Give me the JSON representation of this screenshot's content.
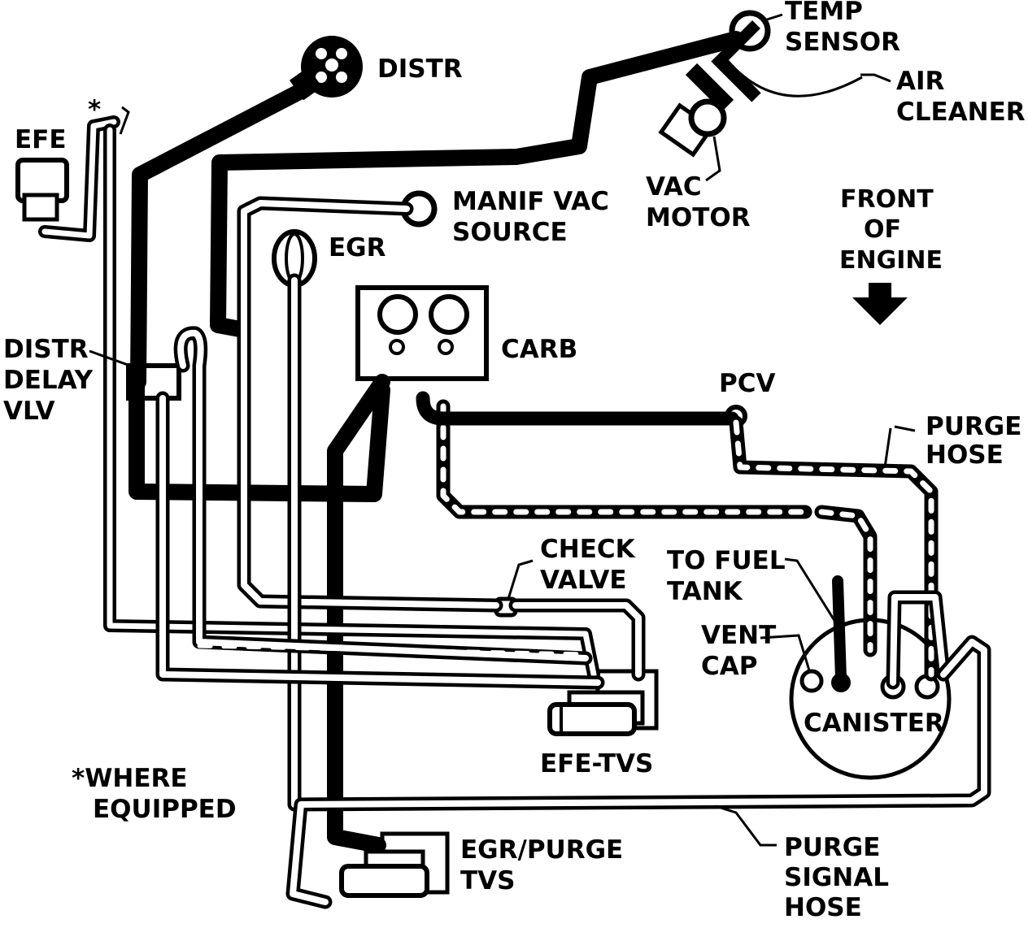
{
  "colors": {
    "line": "#000000",
    "background": "#ffffff"
  },
  "labels": {
    "temp_sensor": [
      "TEMP",
      "SENSOR"
    ],
    "distr": "DISTR",
    "air_cleaner": [
      "AIR",
      "CLEANER"
    ],
    "efe": "EFE",
    "asterisk": "*",
    "manif_vac_source": [
      "MANIF VAC",
      "SOURCE"
    ],
    "vac_motor": [
      "VAC",
      "MOTOR"
    ],
    "front_of_engine": [
      "FRONT",
      "OF",
      "ENGINE"
    ],
    "egr": "EGR",
    "distr_delay_vlv": [
      "DISTR",
      "DELAY",
      "VLV"
    ],
    "carb": "CARB",
    "pcv": "PCV",
    "purge_hose": [
      "PURGE",
      "HOSE"
    ],
    "check_valve": [
      "CHECK",
      "VALVE"
    ],
    "to_fuel_tank": [
      "TO FUEL",
      "TANK"
    ],
    "vent_cap": [
      "VENT",
      "CAP"
    ],
    "canister": "CANISTER",
    "efe_tvs": "EFE-TVS",
    "where_equipped": [
      "*WHERE",
      "EQUIPPED"
    ],
    "egr_purge_tvs": [
      "EGR/PURGE",
      "TVS"
    ],
    "purge_signal_hose": [
      "PURGE",
      "SIGNAL",
      "HOSE"
    ]
  }
}
